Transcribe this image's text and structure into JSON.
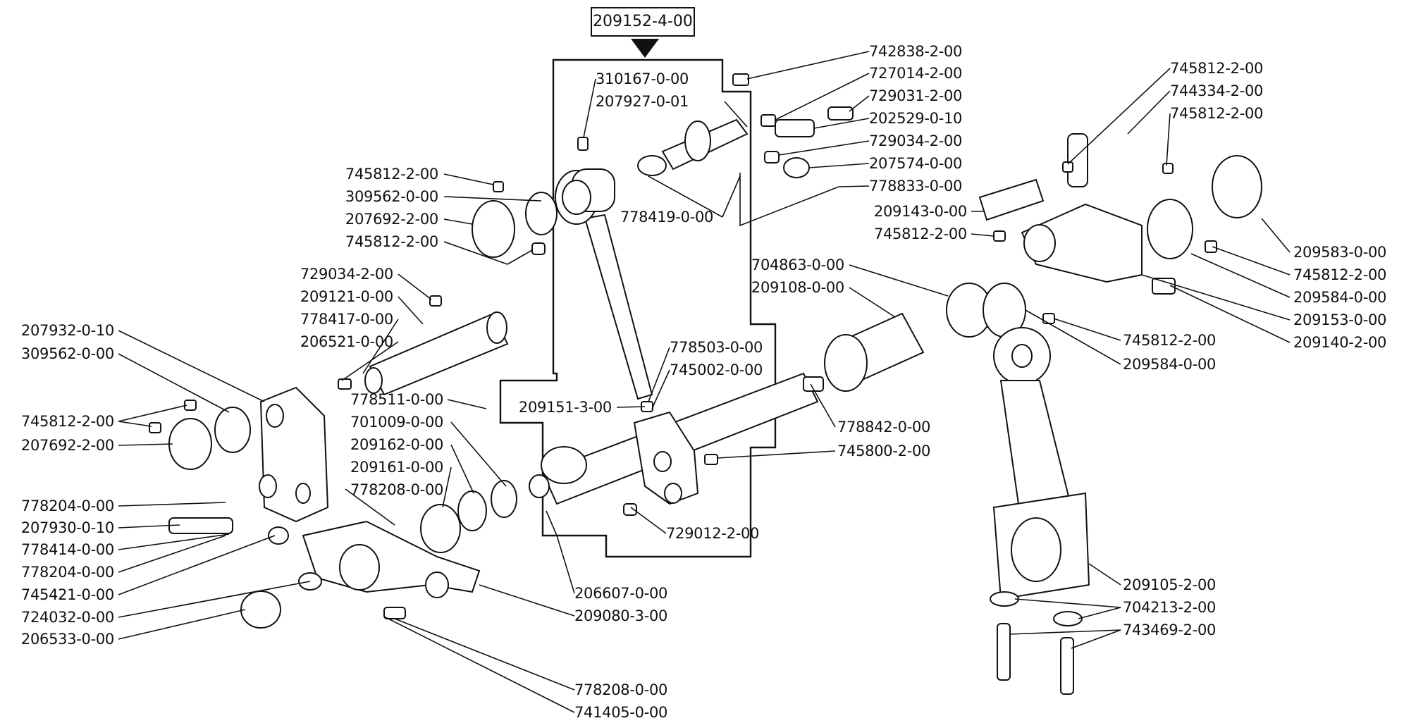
{
  "assembly_label": "209152-4-00",
  "labels": {
    "l_742838": "742838-2-00",
    "l_727014": "727014-2-00",
    "l_729031": "729031-2-00",
    "l_202529": "202529-0-10",
    "l_729034_top": "729034-2-00",
    "l_207574": "207574-0-00",
    "l_778833": "778833-0-00",
    "l_310167": "310167-0-00",
    "l_207927": "207927-0-01",
    "l_778419": "778419-0-00",
    "l_745812_a": "745812-2-00",
    "l_309562_a": "309562-0-00",
    "l_207692_a": "207692-2-00",
    "l_745812_b": "745812-2-00",
    "l_729034_left": "729034-2-00",
    "l_209121": "209121-0-00",
    "l_778417": "778417-0-00",
    "l_206521": "206521-0-00",
    "l_207932": "207932-0-10",
    "l_309562_b": "309562-0-00",
    "l_778511": "778511-0-00",
    "l_745812_c": "745812-2-00",
    "l_207692_b": "207692-2-00",
    "l_701009": "701009-0-00",
    "l_209162": "209162-0-00",
    "l_209161": "209161-0-00",
    "l_778208_a": "778208-0-00",
    "l_778204_a": "778204-0-00",
    "l_207930": "207930-0-10",
    "l_778414": "778414-0-00",
    "l_778204_b": "778204-0-00",
    "l_745421": "745421-0-00",
    "l_724032": "724032-0-00",
    "l_206533": "206533-0-00",
    "l_206607": "206607-0-00",
    "l_209080": "209080-3-00",
    "l_778208_b": "778208-0-00",
    "l_741405": "741405-0-00",
    "l_209151": "209151-3-00",
    "l_778503": "778503-0-00",
    "l_745002": "745002-0-00",
    "l_729012": "729012-2-00",
    "l_704863": "704863-0-00",
    "l_209108": "209108-0-00",
    "l_778842": "778842-0-00",
    "l_745800": "745800-2-00",
    "l_209143": "209143-0-00",
    "l_745812_d": "745812-2-00",
    "l_745812_e": "745812-2-00",
    "l_744334": "744334-2-00",
    "l_745812_f": "745812-2-00",
    "l_209583": "209583-0-00",
    "l_745812_g": "745812-2-00",
    "l_209584_a": "209584-0-00",
    "l_209153": "209153-0-00",
    "l_745812_h": "745812-2-00",
    "l_209140": "209140-2-00",
    "l_209584_b": "209584-0-00",
    "l_209105": "209105-2-00",
    "l_704213": "704213-2-00",
    "l_743469": "743469-2-00"
  }
}
